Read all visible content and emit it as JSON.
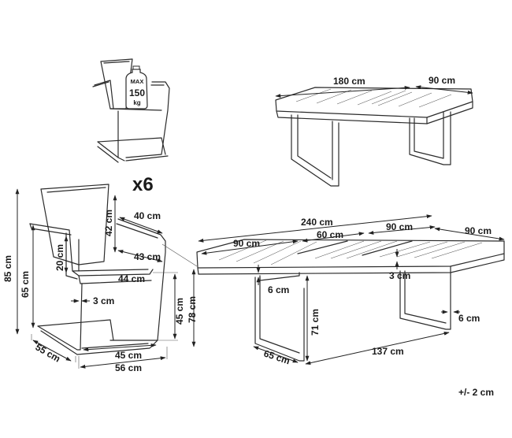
{
  "weight_badge": {
    "max": "MAX",
    "value": "150",
    "unit": "kg"
  },
  "quantity": "x6",
  "tolerance": "+/- 2 cm",
  "table_small": {
    "length": "180 cm",
    "width": "90 cm"
  },
  "chair": {
    "height": "85 cm",
    "seat_height": "65 cm",
    "back_height": "42 cm",
    "arm_depth": "40 cm",
    "arm_height": "20 cm",
    "seat_width": "43 cm",
    "seat_depth": "44 cm",
    "frame_offset": "3 cm",
    "seat_level": "45 cm",
    "armrest_level": "78 cm",
    "base_width": "45 cm",
    "depth": "55 cm",
    "width": "56 cm"
  },
  "table_large": {
    "total_length": "240 cm",
    "width": "90 cm",
    "section_left": "90 cm",
    "section_middle": "60 cm",
    "section_right": "90 cm",
    "top_gap": "3 cm",
    "top_thickness": "6 cm",
    "leg_width": "6 cm",
    "height": "71 cm",
    "leg_depth": "65 cm",
    "leg_span": "137 cm"
  }
}
